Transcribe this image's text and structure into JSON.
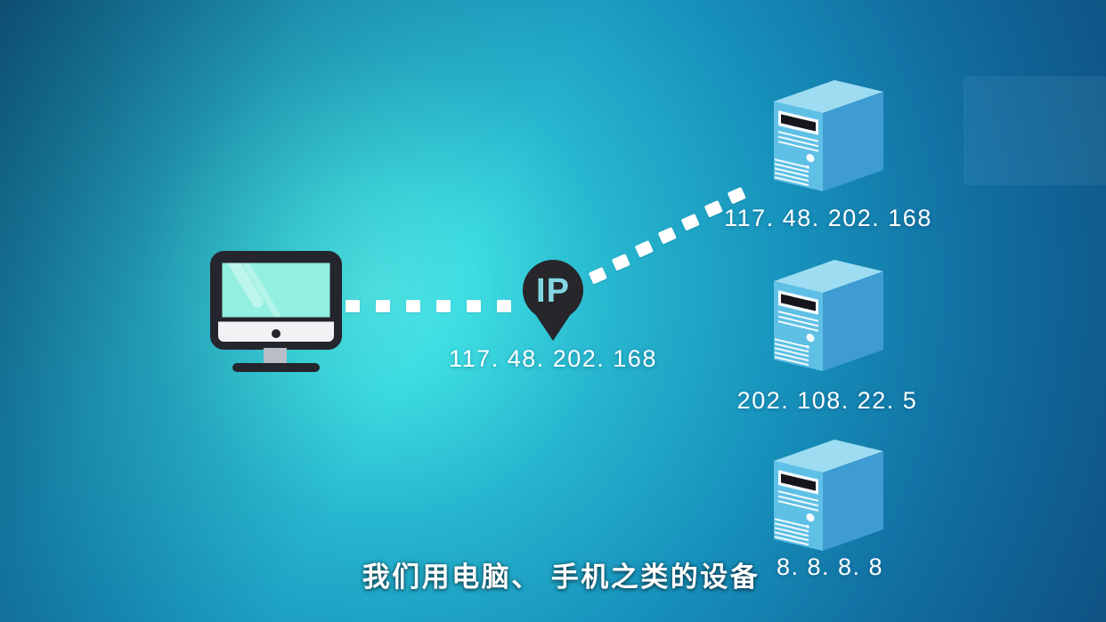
{
  "scene": {
    "subtitle": "我们用电脑、 手机之类的设备",
    "pin": {
      "label": "IP",
      "address": "117. 48. 202. 168"
    },
    "servers": [
      {
        "ip": "117. 48. 202. 168"
      },
      {
        "ip": "202. 108. 22. 5"
      },
      {
        "ip": "8. 8. 8. 8"
      }
    ],
    "icons": {
      "monitor": "desktop-computer-icon",
      "server": "server-tower-icon",
      "pin": "location-pin-icon",
      "link": "dashed-connection-line"
    },
    "colors": {
      "bg_center": "#4fe6e7",
      "bg_edge": "#0e3c62",
      "server_front": "#5fc0e6",
      "server_top": "#9ddcf1",
      "server_side": "#3f9cd2",
      "screen": "#93efe0",
      "monitor_frame": "#25252e",
      "monitor_bezel": "#f2f2f4",
      "stand_gray": "#b9bdc7",
      "pin_fill": "#26262b",
      "pin_text": "#82d7e3",
      "dash": "#ffffff",
      "text": "#ffffff"
    }
  }
}
